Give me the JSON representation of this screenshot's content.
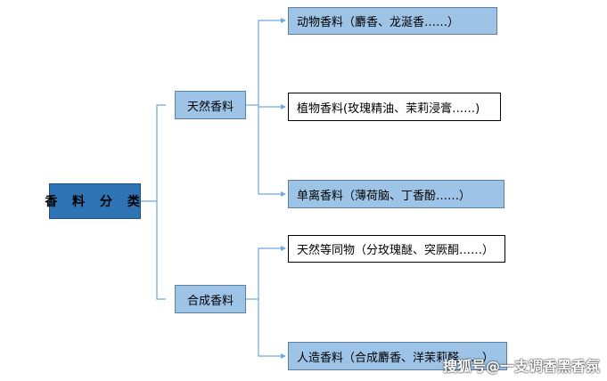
{
  "root": {
    "label": "香 料 分 类"
  },
  "branches": [
    {
      "label": "天然香料",
      "children": [
        {
          "label": "动物香料（麝香、龙涎香……）",
          "style": "blue"
        },
        {
          "label": "植物香料(玫瑰精油、茉莉浸膏……)",
          "style": "white"
        },
        {
          "label": "单离香料（薄荷脑、丁香酚……）",
          "style": "blue"
        }
      ]
    },
    {
      "label": "合成香料",
      "children": [
        {
          "label": "天然等同物（分玫瑰醚、突厥酮……）",
          "style": "white"
        },
        {
          "label": "人造香料（合成麝香、洋茉莉醛……）",
          "style": "blue"
        }
      ]
    }
  ],
  "watermark": "搜狐号@一支调香黑香氛",
  "colors": {
    "connector": "#6fa8dc",
    "light_blue": "#9dc3e6",
    "root_blue": "#2e74b5"
  }
}
